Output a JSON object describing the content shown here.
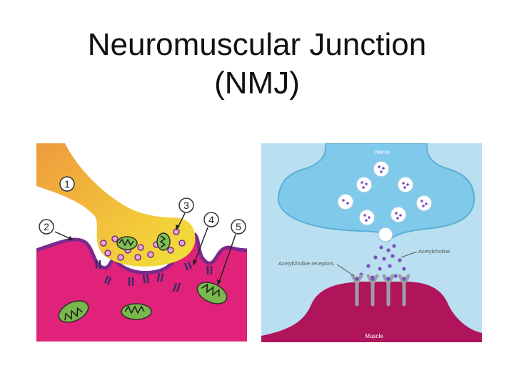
{
  "title": {
    "line1": "Neuromuscular Junction",
    "line2": "(NMJ)"
  },
  "left_diagram": {
    "markers": [
      "1",
      "2",
      "3",
      "4",
      "5"
    ]
  },
  "right_diagram": {
    "nerve_label": "Nerve",
    "muscle_label": "Muscle",
    "receptors_label": "Acetylcholine receptors",
    "acetylcholine_label": "Acetylcholine"
  },
  "colors": {
    "nerve_terminal_orange": "#f0a040",
    "nerve_terminal_yellow": "#f2df3a",
    "muscle_magenta": "#e0227a",
    "membrane_purple": "#7a2a8c",
    "mitochondria_green": "#76b84a",
    "right_background": "#b9dff0",
    "right_nerve_blue": "#7fc9ea",
    "right_muscle": "#b0145a",
    "acetylcholine_purple": "#7a4fc0"
  }
}
